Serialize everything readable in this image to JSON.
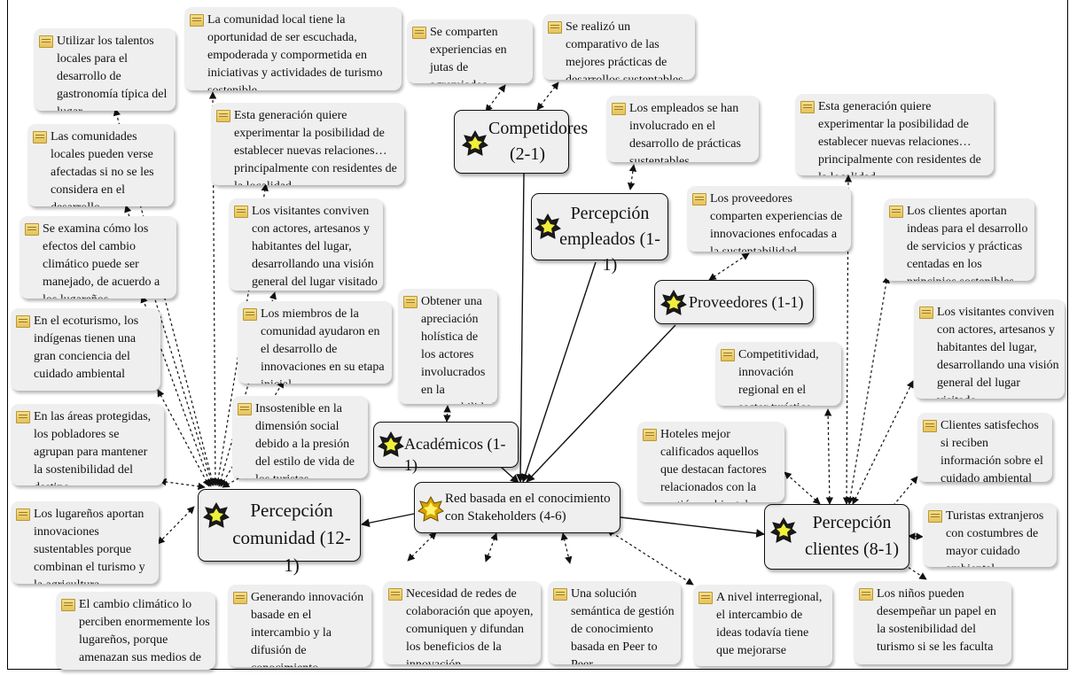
{
  "central": "Red basada en el conocimiento con Stakeholders (4-6)",
  "nodes": {
    "comunidad": "Percepción comunidad (12-1)",
    "competidores": "Competidores (2-1)",
    "empleados": "Percepción empleados (1-1)",
    "proveedores": "Proveedores (1-1)",
    "academicos": "Académicos (1-1)",
    "clientes": "Percepción clientes (8-1)"
  },
  "notes": {
    "talentos": "Utilizar los talentos locales para el desarrollo de gastronomía típica del lugar",
    "escuchada": "La comunidad local tiene la oportunidad de ser escuchada, empoderada y compormetida en iniciativas y actividades de turismo sostenible",
    "afectadas": "Las comunidades locales pueden verse afectadas si no se les considera en el desarrollo",
    "generacion_a": "Esta generación quiere experimentar la posibilidad de establecer nuevas relaciones… principalmente con residentes de la localidad",
    "climatico": "Se examina cómo los efectos del cambio climático puede ser manejado, de acuerdo a los lugareños",
    "visitantes_a": "Los visitantes conviven con actores, artesanos y habitantes del lugar, desarrollando una visión general del lugar visitado",
    "ecoturismo": "En el ecoturismo, los indígenas tienen una gran conciencia del cuidado ambiental",
    "miembros": "Los miembros de la comunidad ayudaron en el desarrollo de innovaciones en su etapa inicial",
    "protegidas": "En las áreas protegidas, los pobladores se agrupan para mantener la sostenibilidad del destino",
    "insostenible": "Insostenible en la dimensión social debido a la presión del estilo de vida de los turistas",
    "aportan": "Los lugareños aportan innovaciones sustentables porque combinan el turismo y la agricultura",
    "cambio": "El cambio climático lo perciben enormemente los lugareños, porque amenazan sus medios de vida",
    "comparten": "Se comparten experiencias en jutas de agremiados",
    "comparativo": "Se realizó un comparativo de las mejores prácticas de desarrollos sustentables",
    "empleados_inv": "Los empleados se han involucrado en el desarrollo de prácticas sustentables",
    "proveedores_exp": "Los proveedores comparten experiencias de innovaciones enfocadas a la sustentabilidad",
    "holistica": "Obtener una apreciación holística de los actores involucrados en la sustentabilidad",
    "generacion_b": "Esta generación quiere experimentar la posibilidad de establecer nuevas relaciones… principalmente con residentes de la localidad",
    "ideas_clientes": "Los clientes aportan indeas para el desarrollo de servicios y prácticas centadas en los principios sostenibles",
    "visitantes_b": "Los visitantes conviven con actores, artesanos y habitantes del lugar, desarrollando una visión general del lugar visitado",
    "competitividad": "Competitividad, innovación regional en el sector turístico",
    "satisfechos": "Clientes satisfechos si reciben información sobre el cuidado ambiental",
    "hoteles": "Hoteles mejor calificados aquellos que destacan factores relacionados con la gestión ambiental",
    "extranjeros": "Turistas extranjeros con costumbres de mayor cuidado ambiental",
    "ninos": "Los niños pueden desempeñar un papel en la sostenibilidad del turismo si se les faculta",
    "intercambio": "Generando innovación basade en el intercambio y la difusión de conocimiento",
    "redes": "Necesidad de redes de colaboración que apoyen, comuniquen y difundan los beneficios de la innovación",
    "semantica": "Una solución semántica de gestión de conocimiento basada en Peer to Peer",
    "interregional": "A nivel interregional, el intercambio de ideas todavía tiene que mejorarse"
  }
}
